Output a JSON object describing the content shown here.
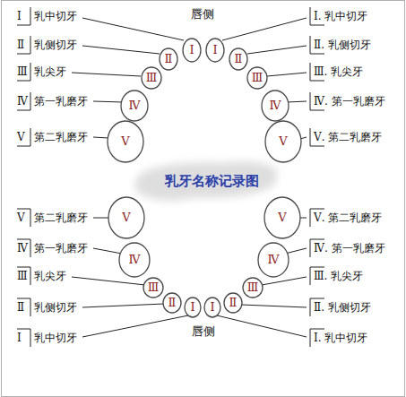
{
  "diagram": {
    "title": "乳牙名称记录图",
    "nodes": [
      {
        "text": [
          "Ⅴ"
        ]
      },
      {
        "text": [
          "Ⅳ"
        ]
      },
      {
        "text": [
          "Ⅲ"
        ]
      },
      {
        "text": [
          "Ⅱ"
        ]
      },
      {
        "text": [
          "Ⅰ"
        ]
      },
      {
        "text": [
          "Ⅰ"
        ]
      },
      {
        "text": [
          "Ⅱ"
        ]
      },
      {
        "text": [
          "Ⅲ"
        ]
      },
      {
        "text": [
          "Ⅳ"
        ]
      },
      {
        "text": [
          "Ⅴ"
        ]
      },
      {
        "text": [
          "Ⅴ"
        ]
      },
      {
        "text": [
          "Ⅳ"
        ]
      },
      {
        "text": [
          "Ⅲ"
        ]
      },
      {
        "text": [
          "Ⅱ"
        ]
      },
      {
        "text": [
          "Ⅰ"
        ]
      },
      {
        "text": [
          "Ⅰ"
        ]
      },
      {
        "text": [
          "Ⅱ"
        ]
      },
      {
        "text": [
          "Ⅲ"
        ]
      },
      {
        "text": [
          "Ⅳ"
        ]
      },
      {
        "text": [
          "Ⅴ"
        ]
      }
    ],
    "labels": [
      "唇侧",
      "Ⅰ",
      "乳中切牙",
      "Ⅰ. 乳中切牙",
      "Ⅱ",
      "乳侧切牙",
      "Ⅱ. 乳侧切牙",
      "Ⅲ",
      "乳尖牙",
      "Ⅲ. 乳尖牙",
      "Ⅳ",
      "第一乳磨牙",
      "Ⅳ. 第一乳磨牙",
      "Ⅴ",
      "第二乳磨牙",
      "Ⅴ. 第二乳磨牙",
      "Ⅴ",
      "第二乳磨牙",
      "Ⅴ. 第二乳磨牙",
      "Ⅳ",
      "第一乳磨牙",
      "Ⅳ. 第一乳磨牙",
      "Ⅲ",
      "乳尖牙",
      "Ⅲ. 乳尖牙",
      "Ⅱ",
      "乳侧切牙",
      "Ⅱ. 乳侧切牙",
      "Ⅰ",
      "乳中切牙",
      "Ⅰ. 乳中切牙",
      "唇侧"
    ]
  }
}
